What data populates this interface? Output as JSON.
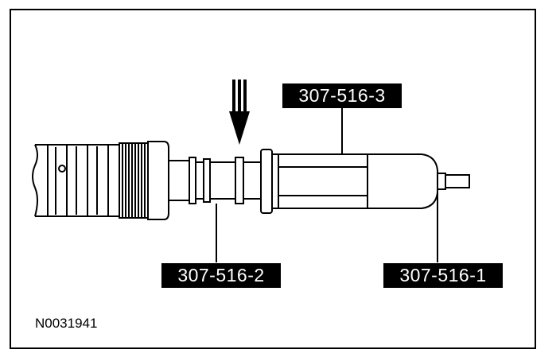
{
  "callouts": {
    "tool_3": "307-516-3",
    "tool_2": "307-516-2",
    "tool_1": "307-516-1"
  },
  "figure_id": "N0031941",
  "colors": {
    "line": "#000000",
    "background": "#ffffff",
    "label_bg": "#000000",
    "label_text": "#ffffff"
  }
}
